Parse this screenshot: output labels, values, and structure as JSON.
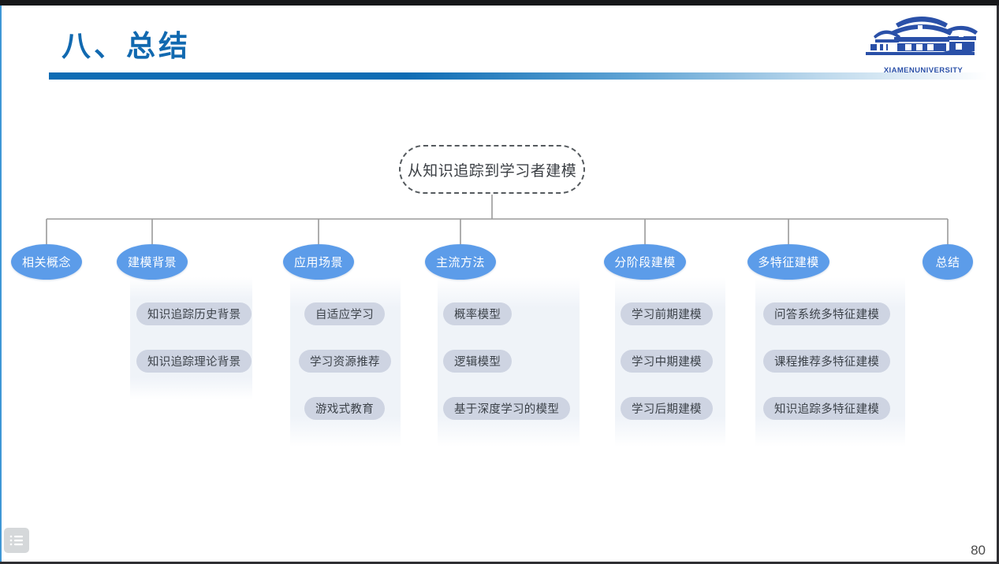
{
  "window": {
    "page_number": "80",
    "menu_icon": "list-menu-icon"
  },
  "header": {
    "title": "八、总结",
    "logo_text": "XIAMENUNIVERSITY",
    "logo_icon": "xiamen-university-crest-icon",
    "accent_color": "#0d6cb4"
  },
  "diagram": {
    "type": "mindmap-tree",
    "root": {
      "label": "从知识追踪到学习者建模",
      "style": "dashed-rounded"
    },
    "node_color": "#5c9ce9",
    "leaf_color": "#ced4e2",
    "connector_color": "#9a9a9a",
    "branches": [
      {
        "label": "相关概念",
        "leaves": []
      },
      {
        "label": "建模背景",
        "leaves": [
          "知识追踪历史背景",
          "知识追踪理论背景"
        ]
      },
      {
        "label": "应用场景",
        "leaves": [
          "自适应学习",
          "学习资源推荐",
          "游戏式教育"
        ]
      },
      {
        "label": "主流方法",
        "leaves": [
          "概率模型",
          "逻辑模型",
          "基于深度学习的模型"
        ]
      },
      {
        "label": "分阶段建模",
        "leaves": [
          "学习前期建模",
          "学习中期建模",
          "学习后期建模"
        ]
      },
      {
        "label": "多特征建模",
        "leaves": [
          "问答系统多特征建模",
          "课程推荐多特征建模",
          "知识追踪多特征建模"
        ]
      },
      {
        "label": "总结",
        "leaves": []
      }
    ]
  }
}
